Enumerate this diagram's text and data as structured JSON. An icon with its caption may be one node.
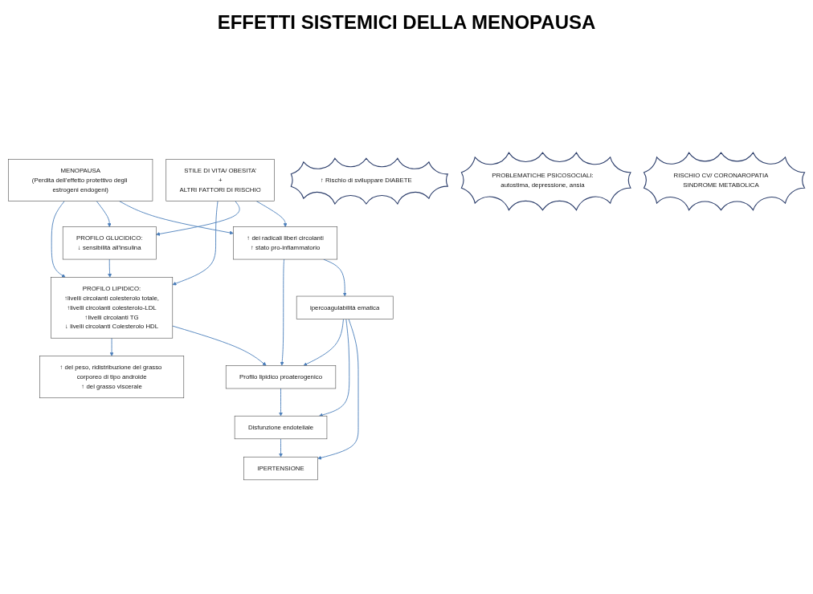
{
  "diagram": {
    "title": "EFFETTI SISTEMICI DELLA MENOPAUSA",
    "nodes": [
      {
        "text": [
          "MENOPAUSA",
          "(Perdita dell’effetto protettivo degli estrogeni endogeni)"
        ]
      },
      {
        "text": [
          "STILE DI VITA/ OBESITA’",
          "+",
          "ALTRI FATTORI DI RISCHIO"
        ]
      },
      {
        "text": [
          "PROFILO LIPIDICO:",
          "↑livelli circolanti  colesterolo totale,",
          "↑livelli circolanti colesterolo-LDL",
          "↑livelli circolanti TG",
          "↓ livelli circolanti Colesterolo  HDL"
        ]
      },
      {
        "text": [
          "PROFILO GLUCIDICO:",
          "↓ sensibilità all'insulina"
        ]
      },
      {
        "text": [
          "↑ dei radicali liberi circolanti",
          "↑ stato pro-infiammatorio"
        ]
      },
      {
        "text": [
          "↑ del peso, ridistribuzione del grasso corporeo di tipo androide",
          "↑ del grasso viscerale"
        ]
      },
      {
        "text": [
          "Profilo lipidico proaterogenico"
        ]
      },
      {
        "text": [
          "ipercoagulabilità ematica"
        ]
      },
      {
        "text": [
          "Disfunzione endoteliale"
        ]
      },
      {
        "text": [
          "IPERTENSIONE"
        ]
      },
      {
        "text": [
          "↑ Rischio di sviluppare DIABETE"
        ]
      },
      {
        "text": [
          "PROBLEMATICHE  PSICOSOCIALI:",
          "autostima, depressione,  ansia"
        ]
      },
      {
        "text": [
          "RISCHIO CV/ CORONAROPATIA",
          "SINDROME METABOLICA"
        ]
      }
    ],
    "edges": [
      {
        "from": 0,
        "to": 2,
        "arrow": "to"
      },
      {
        "from": 0,
        "to": 3,
        "arrow": "to"
      },
      {
        "from": 0,
        "to": 4,
        "arrow": "to"
      },
      {
        "from": 1,
        "to": 2,
        "arrow": "to"
      },
      {
        "from": 1,
        "to": 3,
        "arrow": "to"
      },
      {
        "from": 1,
        "to": 4,
        "arrow": "to"
      },
      {
        "from": 3,
        "to": 2,
        "arrow": "to"
      },
      {
        "from": 2,
        "to": 5,
        "arrow": "to"
      },
      {
        "from": 2,
        "to": 6,
        "arrow": "to"
      },
      {
        "from": 4,
        "to": 6,
        "arrow": "to"
      },
      {
        "from": 4,
        "to": 7,
        "arrow": "to"
      },
      {
        "from": 7,
        "to": 6,
        "arrow": "to"
      },
      {
        "from": 6,
        "to": 8,
        "arrow": "to"
      },
      {
        "from": 7,
        "to": 8,
        "arrow": "to"
      },
      {
        "from": 7,
        "to": 9,
        "arrow": "to"
      },
      {
        "from": 8,
        "to": 9,
        "arrow": "to"
      }
    ]
  }
}
